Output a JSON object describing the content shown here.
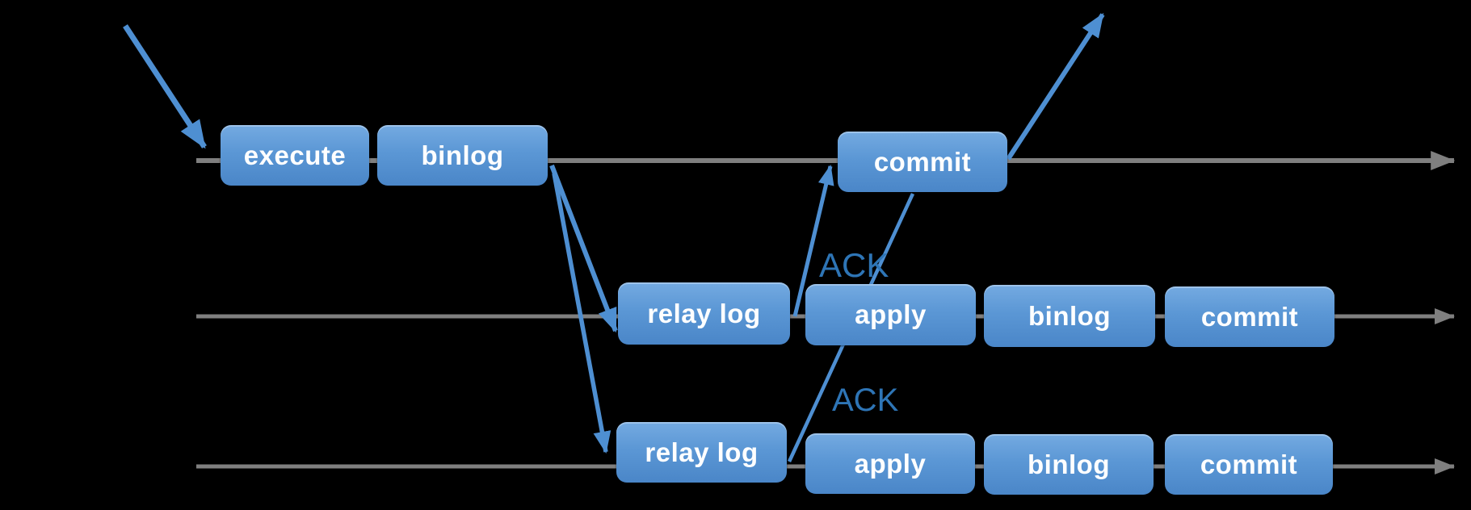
{
  "diagram": {
    "type": "replication-flow-diagram",
    "rows": [
      {
        "boxes": [
          {
            "label": "execute"
          },
          {
            "label": "binlog"
          },
          {
            "label": "commit"
          }
        ]
      },
      {
        "boxes": [
          {
            "label": "relay log"
          },
          {
            "label": "apply"
          },
          {
            "label": "binlog"
          },
          {
            "label": "commit"
          }
        ]
      },
      {
        "boxes": [
          {
            "label": "relay log"
          },
          {
            "label": "apply"
          },
          {
            "label": "binlog"
          },
          {
            "label": "commit"
          }
        ]
      }
    ],
    "ack_labels": [
      {
        "text": "ACK"
      },
      {
        "text": "ACK"
      }
    ],
    "colors": {
      "background": "#000000",
      "box_gradient_top": "#74aae1",
      "box_gradient_bottom": "#4a86c8",
      "box_text": "#ffffff",
      "timeline": "#7f7f7f",
      "arrow": "#4e8fd2",
      "ack_text": "#2e75b6"
    }
  }
}
